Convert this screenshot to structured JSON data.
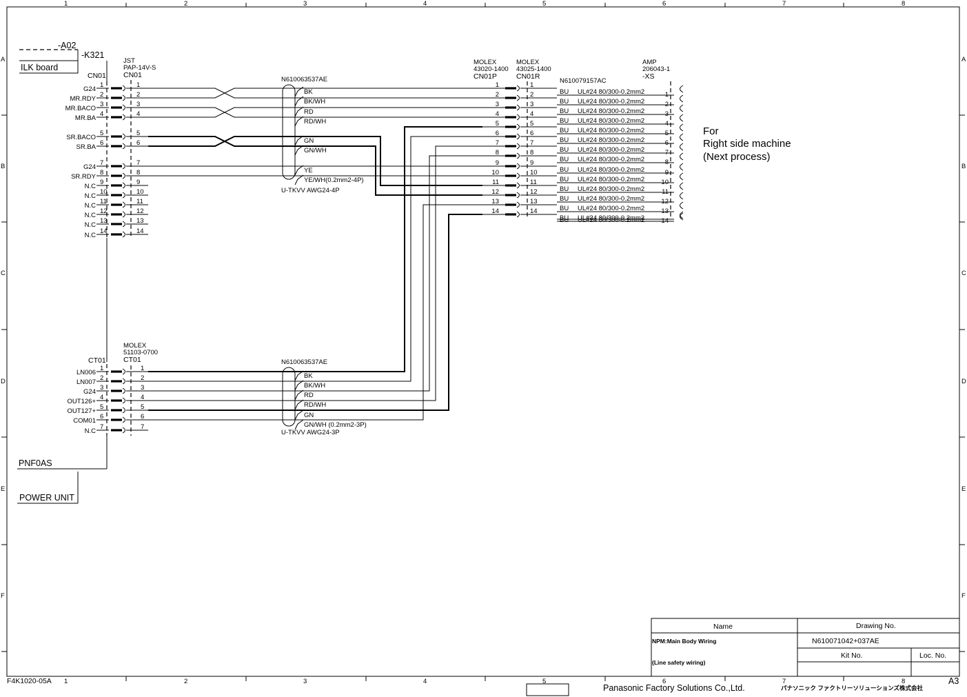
{
  "sheet": {
    "col_labels": [
      "1",
      "2",
      "3",
      "4",
      "5",
      "6",
      "7",
      "8"
    ],
    "row_labels": [
      "A",
      "B",
      "C",
      "D",
      "E",
      "F"
    ],
    "form_no": "F4K1020-05A",
    "sheet_size": "A3",
    "company": "Panasonic Factory Solutions Co.,Ltd.",
    "company_jp": "パナソニック ファクトリーソリューションズ株式会社"
  },
  "ilk_board": {
    "ref": "-A02",
    "relay": "-K321",
    "name": "ILK board",
    "connector": "CN01",
    "mate_maker": "JST",
    "mate_part": "PAP-14V-S",
    "mate_name": "CN01",
    "pins": [
      {
        "n": "1",
        "sig": "G24"
      },
      {
        "n": "2",
        "sig": "MR.RDY"
      },
      {
        "n": "3",
        "sig": "MR.BACO"
      },
      {
        "n": "4",
        "sig": "MR.BA"
      },
      {
        "n": "5",
        "sig": "SR.BACO"
      },
      {
        "n": "6",
        "sig": "SR.BA"
      },
      {
        "n": "7",
        "sig": "G24"
      },
      {
        "n": "8",
        "sig": "SR.RDY"
      },
      {
        "n": "9",
        "sig": "N.C"
      },
      {
        "n": "10",
        "sig": "N.C"
      },
      {
        "n": "11",
        "sig": "N.C"
      },
      {
        "n": "12",
        "sig": "N.C"
      },
      {
        "n": "13",
        "sig": "N.C"
      },
      {
        "n": "14",
        "sig": "N.C"
      }
    ]
  },
  "cable_top": {
    "part": "N610063537AE",
    "wires": [
      "BK",
      "BK/WH",
      "RD",
      "RD/WH",
      "GN",
      "GN/WH",
      "YE",
      "YE/WH(0.2mm2-4P)"
    ],
    "type": "U-TKVV AWG24-4P"
  },
  "power_unit": {
    "name": "PNF0AS",
    "label": "POWER UNIT",
    "connector": "CT01",
    "mate_maker": "MOLEX",
    "mate_part": "51103-0700",
    "mate_name": "CT01",
    "pins": [
      {
        "n": "1",
        "sig": "LN006"
      },
      {
        "n": "2",
        "sig": "LN007"
      },
      {
        "n": "3",
        "sig": "G24"
      },
      {
        "n": "4",
        "sig": "OUT126+"
      },
      {
        "n": "5",
        "sig": "OUT127+"
      },
      {
        "n": "6",
        "sig": "COM01"
      },
      {
        "n": "7",
        "sig": "N.C"
      }
    ]
  },
  "cable_bottom": {
    "part": "N610063537AE",
    "wires": [
      "BK",
      "BK/WH",
      "RD",
      "RD/WH",
      "GN",
      "GN/WH (0.2mm2-3P)"
    ],
    "type": "U-TKVV AWG24-3P"
  },
  "relay_conn": {
    "left_maker": "MOLEX",
    "left_part": "43020-1400",
    "left_name": "CN01P",
    "right_maker": "MOLEX",
    "right_part": "43025-1400",
    "right_name": "CN01R",
    "pins": [
      "1",
      "2",
      "3",
      "4",
      "5",
      "6",
      "7",
      "8",
      "9",
      "10",
      "11",
      "12",
      "13",
      "14"
    ]
  },
  "harness": {
    "part": "N610079157AC",
    "color": "BU",
    "spec": "UL#24 80/300-0.2mm2"
  },
  "xs_conn": {
    "maker": "AMP",
    "part": "206043-1",
    "name": "-XS",
    "pins": [
      "1",
      "2",
      "3",
      "4",
      "5",
      "6",
      "7",
      "8",
      "9",
      "10",
      "11",
      "12",
      "13",
      "14"
    ]
  },
  "note": {
    "line1": "For",
    "line2": "Right side machine",
    "line3": "(Next process)"
  },
  "title_block": {
    "name_hdr": "Name",
    "drawing_hdr": "Drawing No.",
    "name_line1": "NPM:Main Body Wiring",
    "name_line2": "(Line safety wiring)",
    "drawing_no": "N610071042+037AE",
    "kit_hdr": "Kit No.",
    "loc_hdr": "Loc. No."
  }
}
